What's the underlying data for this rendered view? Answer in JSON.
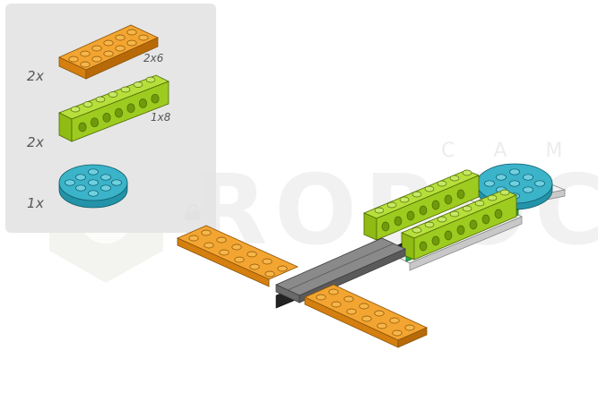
{
  "parts": [
    {
      "quantity": "2x",
      "size": "2x6"
    },
    {
      "quantity": "2x",
      "size": "1x8"
    },
    {
      "quantity": "1x",
      "size": ""
    }
  ],
  "watermark": {
    "tagline": "C A M",
    "brand": "ROBOC"
  },
  "colors": {
    "orange": "#e8961c",
    "lime": "#9ecb1f",
    "teal": "#3bb3c9",
    "gray": "#858585",
    "green": "#1fae4a",
    "panel": "#e4e4e4"
  }
}
